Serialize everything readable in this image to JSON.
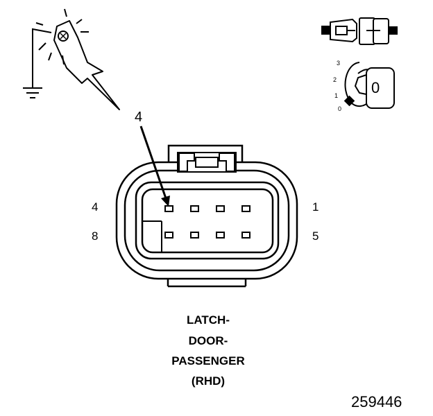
{
  "probe_pin_label": "4",
  "pin_labels": {
    "top_left": "4",
    "top_right": "1",
    "bottom_left": "8",
    "bottom_right": "5"
  },
  "caption": {
    "line1": "LATCH-",
    "line2": "DOOR-",
    "line3": "PASSENGER",
    "line4": "(RHD)"
  },
  "ignition_key": {
    "pos3": "3",
    "pos2": "2",
    "pos1": "1",
    "pos0": "0",
    "key_face": "0"
  },
  "figure_number": "259446"
}
